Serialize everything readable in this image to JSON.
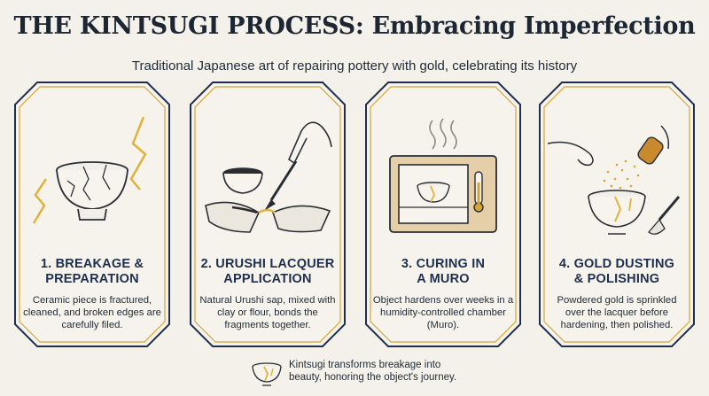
{
  "header": {
    "title": "THE KINTSUGI PROCESS: Embracing Imperfection",
    "subtitle": "Traditional Japanese art of repairing pottery with gold, celebrating its history"
  },
  "steps": [
    {
      "title_line1": "1. BREAKAGE &",
      "title_line2": "PREPARATION",
      "description": "Ceramic piece is fractured, cleaned, and broken edges are carefully filed.",
      "icon": "broken-bowl-icon"
    },
    {
      "title_line1": "2. URUSHI LACQUER",
      "title_line2": "APPLICATION",
      "description": "Natural Urushi sap, mixed with clay or flour, bonds the fragments together.",
      "icon": "lacquer-brush-icon"
    },
    {
      "title_line1": "3. CURING IN",
      "title_line2": "A MURO",
      "description": "Object hardens over weeks in a humidity-controlled chamber (Muro).",
      "icon": "muro-cabinet-icon"
    },
    {
      "title_line1": "4. GOLD DUSTING",
      "title_line2": "& POLISHING",
      "description": "Powdered gold is sprinkled over the lacquer before hardening, then polished.",
      "icon": "gold-dusting-icon"
    }
  ],
  "footer": {
    "line1": "Kintsugi transforms breakage into",
    "line2": "beauty, honoring the object's journey.",
    "icon": "golden-bowl-icon"
  },
  "colors": {
    "navy": "#1d2f4d",
    "gold": "#d4a536",
    "background": "#f4f1ea"
  }
}
